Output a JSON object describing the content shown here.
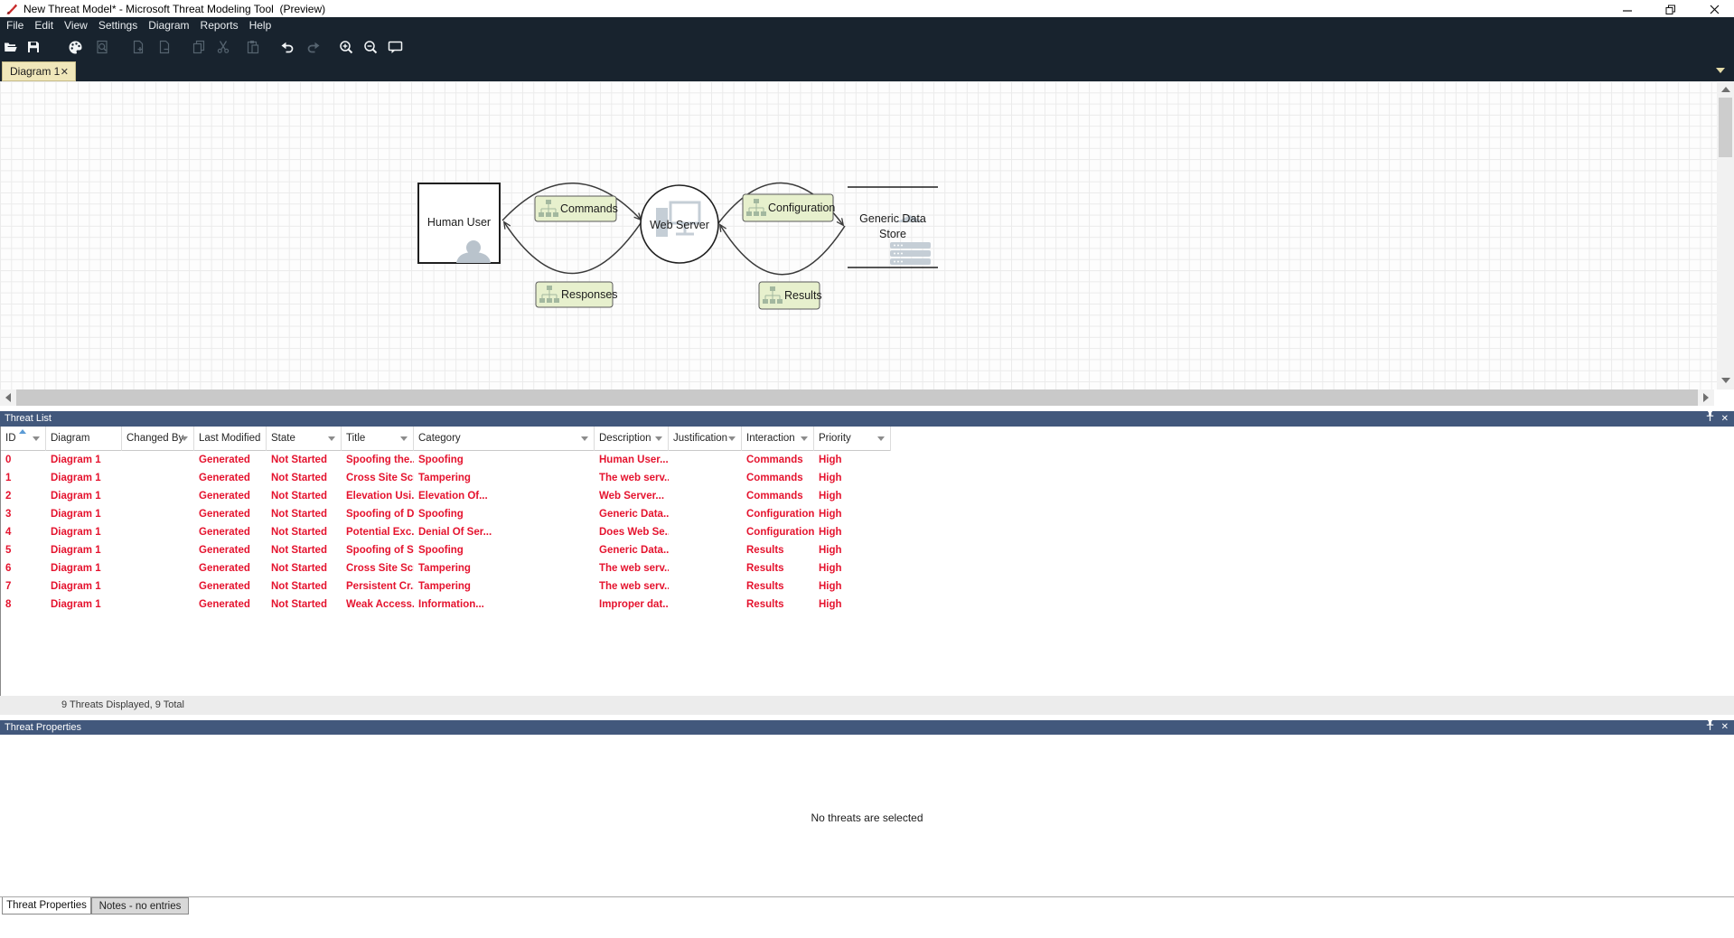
{
  "window": {
    "title": "New Threat Model* - Microsoft Threat Modeling Tool  (Preview)"
  },
  "menu": {
    "items": [
      "File",
      "Edit",
      "View",
      "Settings",
      "Diagram",
      "Reports",
      "Help"
    ]
  },
  "toolbar": {
    "buttons": [
      {
        "name": "open-file",
        "enabled": true
      },
      {
        "name": "save",
        "enabled": true
      },
      {
        "name": "view-palette",
        "enabled": true
      },
      {
        "name": "validate-diagram",
        "enabled": false
      },
      {
        "name": "add-diagram",
        "enabled": false
      },
      {
        "name": "remove-diagram",
        "enabled": false
      },
      {
        "name": "copy",
        "enabled": false
      },
      {
        "name": "cut",
        "enabled": false
      },
      {
        "name": "paste",
        "enabled": false
      },
      {
        "name": "undo",
        "enabled": true
      },
      {
        "name": "redo",
        "enabled": false
      },
      {
        "name": "zoom-in",
        "enabled": true
      },
      {
        "name": "zoom-out",
        "enabled": true
      },
      {
        "name": "feedback",
        "enabled": true
      }
    ]
  },
  "tabs": {
    "items": [
      {
        "label": "Diagram 1"
      }
    ]
  },
  "diagram": {
    "nodes": [
      {
        "type": "external-entity",
        "label": "Human User"
      },
      {
        "type": "process",
        "label": "Web Server"
      },
      {
        "type": "data-store",
        "label": "Generic Data Store",
        "lines": [
          "Generic Data",
          "Store"
        ]
      }
    ],
    "flows": [
      {
        "label": "Commands"
      },
      {
        "label": "Responses"
      },
      {
        "label": "Configuration"
      },
      {
        "label": "Results"
      }
    ]
  },
  "threat_list": {
    "title": "Threat List",
    "columns": [
      {
        "label": "ID",
        "filter": true,
        "sorted": "asc"
      },
      {
        "label": "Diagram",
        "filter": false
      },
      {
        "label": "Changed By",
        "filter": true
      },
      {
        "label": "Last Modified",
        "filter": false
      },
      {
        "label": "State",
        "filter": true
      },
      {
        "label": "Title",
        "filter": true
      },
      {
        "label": "Category",
        "filter": true
      },
      {
        "label": "Description",
        "filter": true
      },
      {
        "label": "Justification",
        "filter": true
      },
      {
        "label": "Interaction",
        "filter": true
      },
      {
        "label": "Priority",
        "filter": true
      }
    ],
    "rows": [
      [
        "0",
        "Diagram 1",
        "",
        "Generated",
        "Not Started",
        "Spoofing the...",
        "Spoofing",
        "Human User...",
        "",
        "Commands",
        "High"
      ],
      [
        "1",
        "Diagram 1",
        "",
        "Generated",
        "Not Started",
        "Cross Site Scr...",
        "Tampering",
        "The web serv...",
        "",
        "Commands",
        "High"
      ],
      [
        "2",
        "Diagram 1",
        "",
        "Generated",
        "Not Started",
        "Elevation Usi...",
        "Elevation Of...",
        "Web Server...",
        "",
        "Commands",
        "High"
      ],
      [
        "3",
        "Diagram 1",
        "",
        "Generated",
        "Not Started",
        "Spoofing of D...",
        "Spoofing",
        "Generic Data...",
        "",
        "Configuration",
        "High"
      ],
      [
        "4",
        "Diagram 1",
        "",
        "Generated",
        "Not Started",
        "Potential Exc...",
        "Denial Of Ser...",
        "Does Web Se...",
        "",
        "Configuration",
        "High"
      ],
      [
        "5",
        "Diagram 1",
        "",
        "Generated",
        "Not Started",
        "Spoofing of S...",
        "Spoofing",
        "Generic Data...",
        "",
        "Results",
        "High"
      ],
      [
        "6",
        "Diagram 1",
        "",
        "Generated",
        "Not Started",
        "Cross Site Scr...",
        "Tampering",
        "The web serv...",
        "",
        "Results",
        "High"
      ],
      [
        "7",
        "Diagram 1",
        "",
        "Generated",
        "Not Started",
        "Persistent Cr...",
        "Tampering",
        "The web serv...",
        "",
        "Results",
        "High"
      ],
      [
        "8",
        "Diagram 1",
        "",
        "Generated",
        "Not Started",
        "Weak Access...",
        "Information...",
        "Improper dat...",
        "",
        "Results",
        "High"
      ]
    ],
    "status": "9 Threats Displayed, 9 Total"
  },
  "threat_properties": {
    "title": "Threat Properties",
    "empty_message": "No threats are selected",
    "tabs": [
      {
        "label": "Threat Properties",
        "active": true
      },
      {
        "label": "Notes - no entries",
        "active": false
      }
    ]
  },
  "colors": {
    "chrome_dark": "#18232e",
    "panel_navy": "#42587c",
    "tab_cream": "#f0e7ba",
    "threat_red": "#e5132e",
    "flow_fill": "#e7f0cd"
  }
}
